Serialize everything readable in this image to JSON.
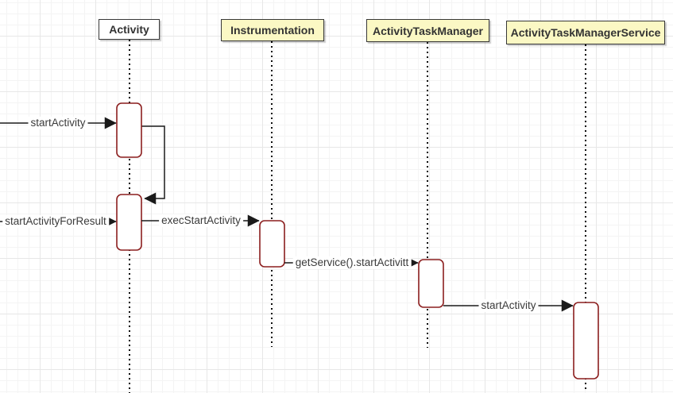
{
  "canvas": {
    "background": "#ffffff",
    "grid_minor_color": "#f4f4f4",
    "grid_major_color": "#e7e7e7"
  },
  "actors": [
    {
      "label": "Activity",
      "fill": "#ffffff"
    },
    {
      "label": "Instrumentation",
      "fill": "#fbf8c4"
    },
    {
      "label": "ActivityTaskManager",
      "fill": "#fbf8c4"
    },
    {
      "label": "ActivityTaskManagerService",
      "fill": "#fbf8c4"
    }
  ],
  "messages": [
    {
      "label": "startActivity",
      "from": "offscreen-left",
      "to": "Activity"
    },
    {
      "label": "startActivityForResult",
      "from": "offscreen-left",
      "to": "Activity"
    },
    {
      "label": "execStartActivity",
      "from": "Activity",
      "to": "Instrumentation"
    },
    {
      "label": "getService().startActivitt",
      "from": "Instrumentation",
      "to": "ActivityTaskManager"
    },
    {
      "label": "startActivity",
      "from": "ActivityTaskManager",
      "to": "ActivityTaskManagerService"
    },
    {
      "label": "",
      "type": "self-call",
      "from": "Activity",
      "to": "Activity"
    }
  ],
  "styles": {
    "activation_stroke": "#8c1f1f",
    "activation_fill": "#ffffff",
    "lifeline_color": "#0d0d0d",
    "arrow_color": "#1a1a1a",
    "text_color": "#333333",
    "actor_border": "#383838"
  }
}
